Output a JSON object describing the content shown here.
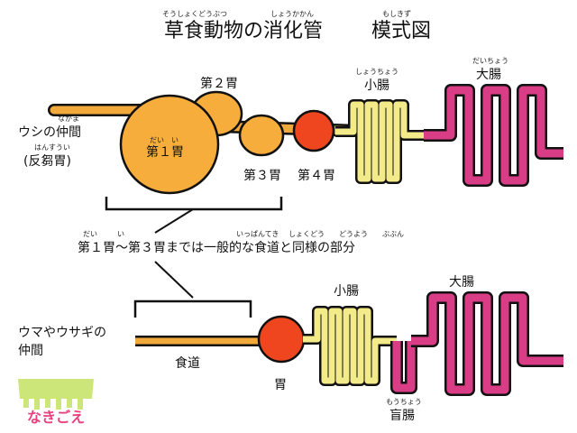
{
  "title": {
    "text": "草食動物の消化管",
    "suffix": "模式図",
    "ruby_main": "そうしょくどうぶつ",
    "ruby_mid": "しょうかかん",
    "ruby_suffix": "もしきず"
  },
  "ruminant": {
    "group": "ウシの仲間",
    "group_ruby": "なかま",
    "subtitle": "(反芻胃)",
    "subtitle_ruby": "はんすうい",
    "stomach1": "第１胃",
    "stomach1_ruby": "だい　い",
    "stomach2": "第２胃",
    "stomach3": "第３胃",
    "stomach4": "第４胃",
    "small_intestine": "小腸",
    "small_intestine_ruby": "しょうちょう",
    "large_intestine": "大腸",
    "large_intestine_ruby": "だいちょう"
  },
  "note": {
    "text": "第１胃〜第３胃までは一般的な食道と同様の部分",
    "ruby_dai": "だい",
    "ruby_i": "い",
    "ruby_ippanteki": "いっぱんてき",
    "ruby_shokudou": "しょくどう",
    "ruby_douyou": "どうよう",
    "ruby_bubun": "ぶぶん"
  },
  "horse": {
    "group": "ウマやウサギの",
    "group_line2": "仲間",
    "esophagus": "食道",
    "stomach": "胃",
    "small_intestine": "小腸",
    "large_intestine": "大腸",
    "cecum": "盲腸",
    "cecum_ruby": "もうちょう"
  },
  "logo": {
    "text": "なきごえ"
  },
  "colors": {
    "tube": "#f2a93b",
    "rumen": "#f7ad3c",
    "abomasum": "#f0461f",
    "small_intestine": "#f3eb8a",
    "large_intestine": "#d93d85",
    "outline": "#111111",
    "logo_green": "#cde67a",
    "logo_pink": "#e8407e"
  }
}
